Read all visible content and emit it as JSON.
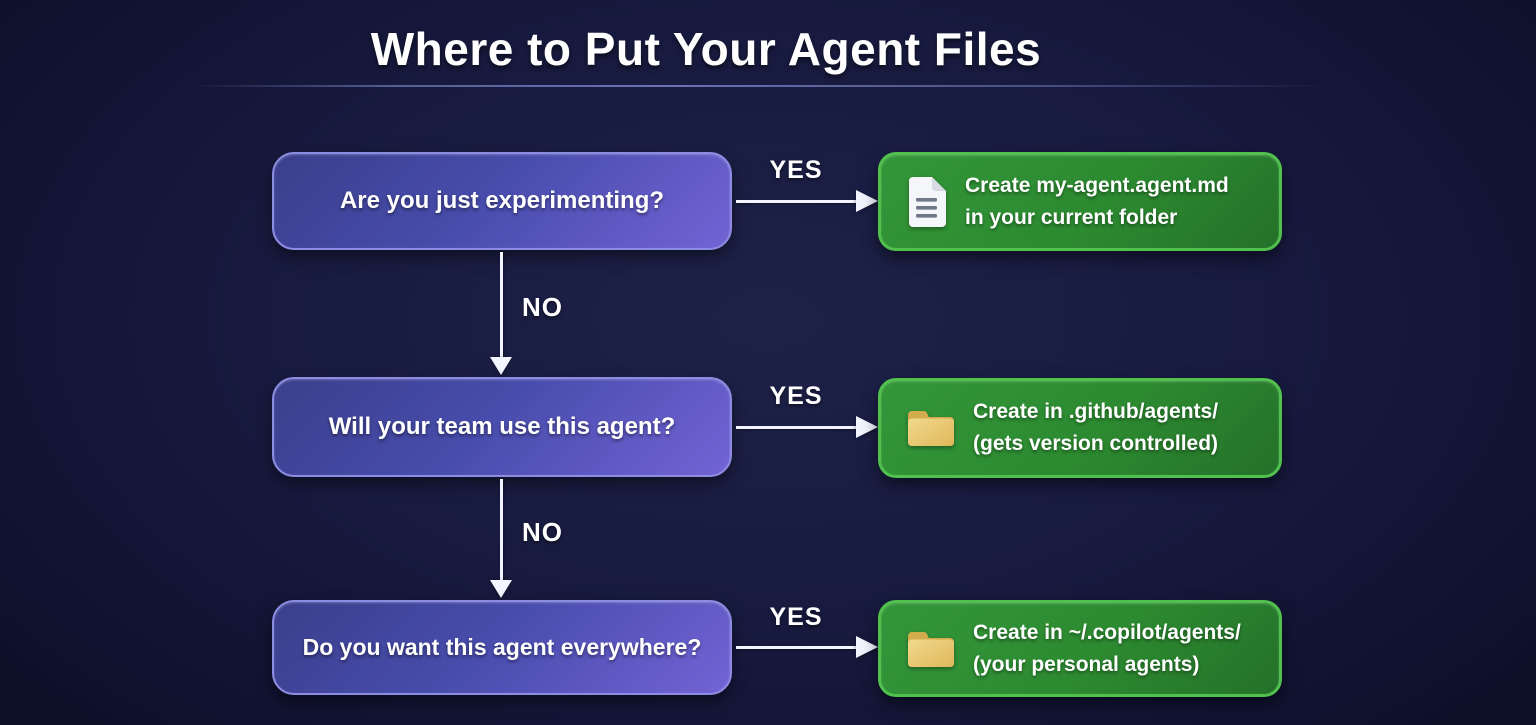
{
  "title": "Where to Put Your Agent Files",
  "flowchart": {
    "rows": [
      {
        "question": "Are you just experimenting?",
        "yes_label": "YES",
        "no_label": "NO",
        "result": {
          "icon": "document-icon",
          "line1": "Create my-agent.agent.md",
          "line2": "in your current folder"
        }
      },
      {
        "question": "Will your team use this agent?",
        "yes_label": "YES",
        "no_label": "NO",
        "result": {
          "icon": "folder-icon",
          "line1": "Create in .github/agents/",
          "line2": "(gets version controlled)"
        }
      },
      {
        "question": "Do you want this agent everywhere?",
        "yes_label": "YES",
        "result": {
          "icon": "folder-icon",
          "line1": "Create in ~/.copilot/agents/",
          "line2": "(your personal agents)"
        }
      }
    ]
  },
  "colors": {
    "background": "#14173a",
    "question_box_gradient_start": "#3b3f8c",
    "question_box_gradient_end": "#7263d5",
    "question_box_border": "#8b8ce2",
    "result_box_fill": "#2c8a30",
    "result_box_border": "#50c14d",
    "arrow": "#f2f4ff",
    "text": "#ffffff",
    "folder_icon": "#e8c868",
    "document_icon": "#f5f6f9"
  }
}
